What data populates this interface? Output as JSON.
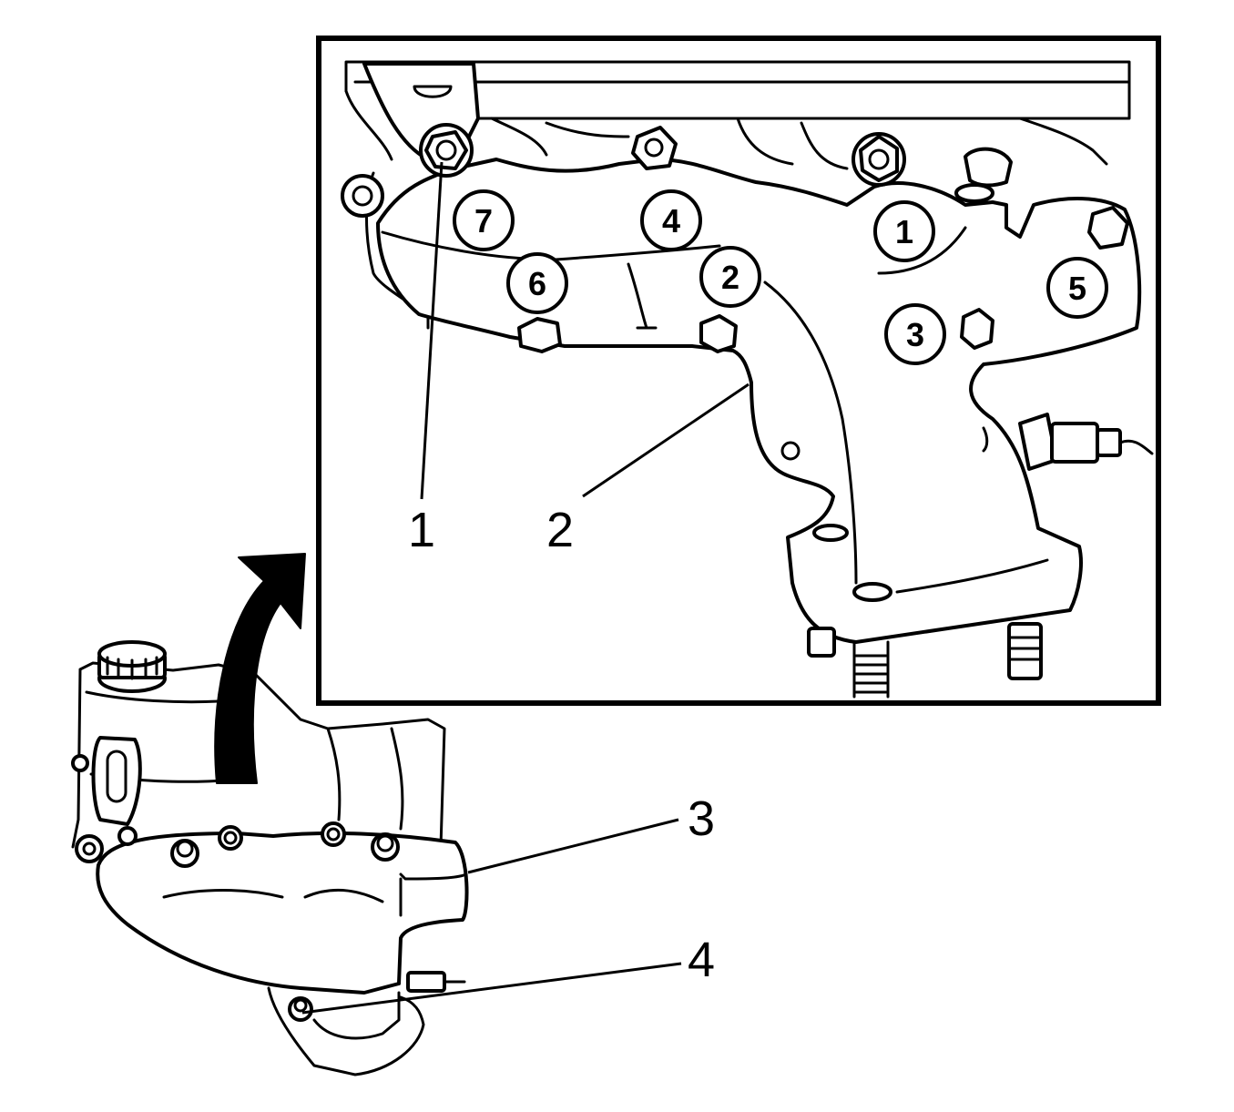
{
  "colors": {
    "ink": "#000000",
    "paper": "#ffffff"
  },
  "callouts": [
    {
      "label": "1"
    },
    {
      "label": "2"
    },
    {
      "label": "3"
    },
    {
      "label": "4"
    }
  ],
  "tightening_sequence": [
    {
      "label": "1"
    },
    {
      "label": "2"
    },
    {
      "label": "3"
    },
    {
      "label": "4"
    },
    {
      "label": "5"
    },
    {
      "label": "6"
    },
    {
      "label": "7"
    }
  ]
}
